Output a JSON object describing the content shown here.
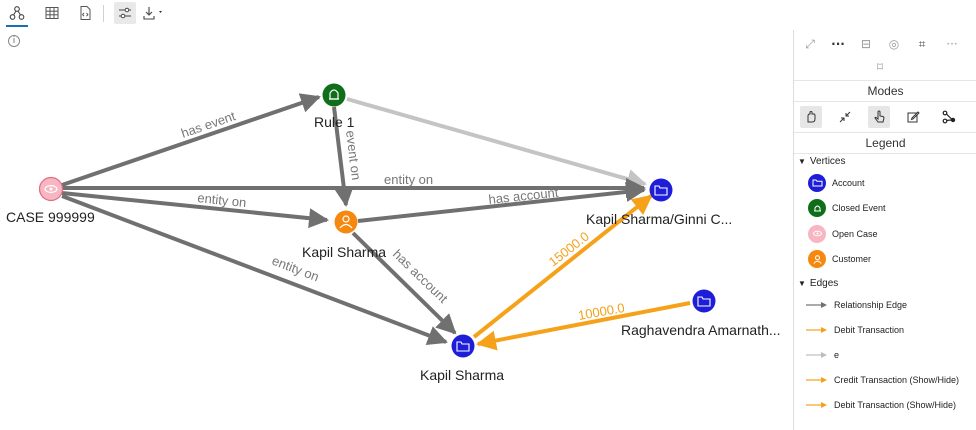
{
  "toolbar": {
    "buttons": [
      {
        "name": "graph-view-icon"
      },
      {
        "name": "table-view-icon"
      },
      {
        "name": "code-view-icon"
      },
      {
        "name": "settings-sliders-icon"
      },
      {
        "name": "download-icon"
      }
    ]
  },
  "graph": {
    "vertices": [
      {
        "id": "case",
        "label": "CASE 999999",
        "type": "open_case"
      },
      {
        "id": "rule",
        "label": "Rule 1",
        "type": "closed_event"
      },
      {
        "id": "customer",
        "label": "Kapil Sharma",
        "type": "customer"
      },
      {
        "id": "acc1",
        "label": "Kapil Sharma/Ginni C...",
        "type": "account"
      },
      {
        "id": "acc2",
        "label": "Kapil Sharma",
        "type": "account"
      },
      {
        "id": "acc3",
        "label": "Raghavendra Amarnath...",
        "type": "account"
      }
    ],
    "edges": [
      {
        "id": "e1",
        "label": "has event",
        "color": "#707070"
      },
      {
        "id": "e2",
        "label": "entity on",
        "color": "#707070"
      },
      {
        "id": "e3",
        "label": "entity on",
        "color": "#707070"
      },
      {
        "id": "e4",
        "label": "entity on",
        "color": "#707070"
      },
      {
        "id": "e5",
        "label": "event on",
        "color": "#707070"
      },
      {
        "id": "e6",
        "label": "has account",
        "color": "#707070"
      },
      {
        "id": "e7",
        "label": "has account",
        "color": "#707070"
      },
      {
        "id": "e8",
        "label": "",
        "color": "#c4c4c4"
      },
      {
        "id": "e9",
        "label": "15000.0",
        "color": "#f5a21a"
      },
      {
        "id": "e10",
        "label": "10000.0",
        "color": "#f5a21a"
      }
    ]
  },
  "panel": {
    "tools": [
      "expand-icon",
      "more-dots-icon",
      "collapse-icon",
      "target-icon",
      "fit-icon",
      "overflow-icon",
      "crop-icon"
    ],
    "modes_title": "Modes",
    "modes": [
      "select-mode-icon",
      "collapse-mode-icon",
      "pan-mode-icon",
      "edit-mode-icon",
      "connect-mode-icon"
    ],
    "legend_title": "Legend",
    "vertices_head": "Vertices",
    "vertices": [
      {
        "label": "Account",
        "color": "#1e1ed8",
        "icon": "folder-icon"
      },
      {
        "label": "Closed Event",
        "color": "#0f6e19",
        "icon": "bell-icon"
      },
      {
        "label": "Open Case",
        "color": "#f7b6c2",
        "icon": "eye-icon"
      },
      {
        "label": "Customer",
        "color": "#f5890f",
        "icon": "person-icon"
      }
    ],
    "edges_head": "Edges",
    "edges": [
      {
        "label": "Relationship Edge",
        "color": "#707070"
      },
      {
        "label": "Debit Transaction",
        "color": "#f5a21a"
      },
      {
        "label": "e",
        "color": "#bdbdbd"
      },
      {
        "label": "Credit Transaction (Show/Hide)",
        "color": "#f5a21a"
      },
      {
        "label": "Debit Transaction (Show/Hide)",
        "color": "#f5a21a"
      }
    ]
  }
}
